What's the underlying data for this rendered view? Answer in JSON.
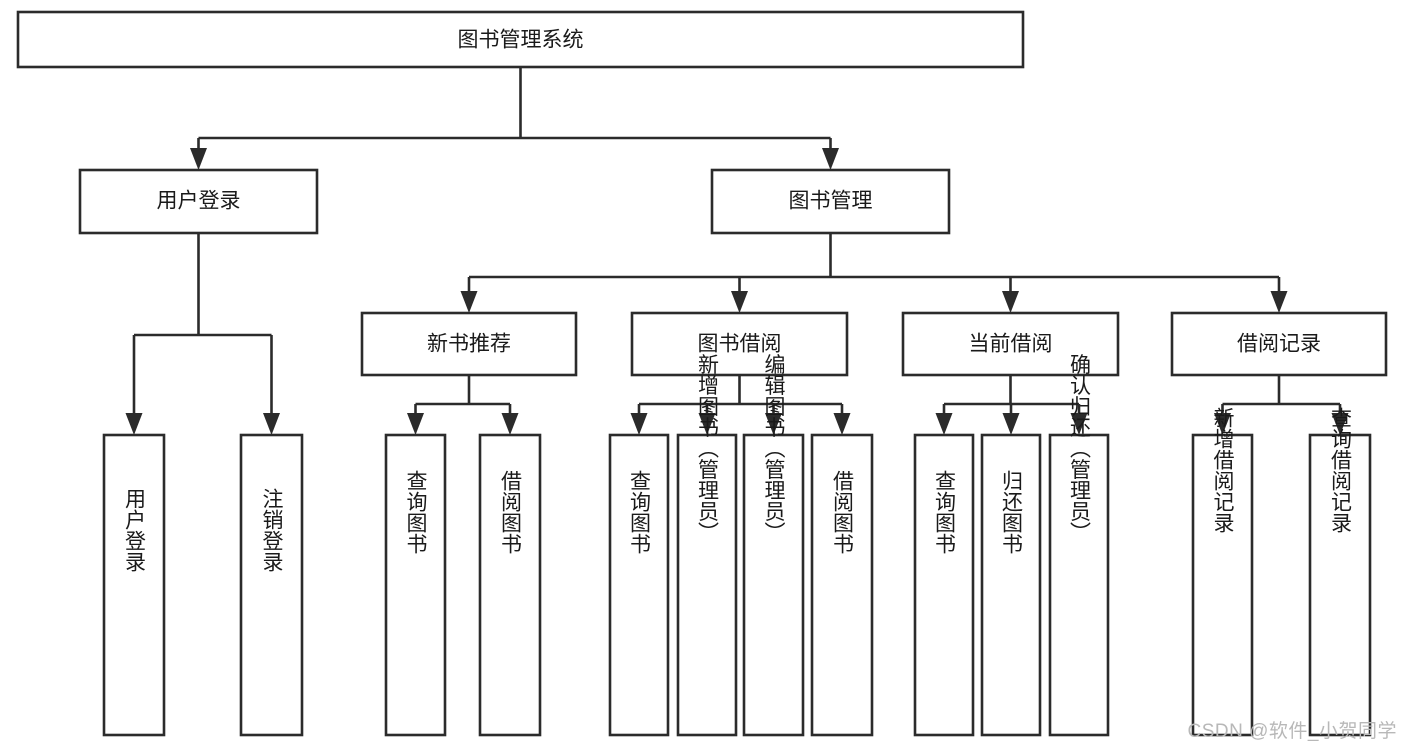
{
  "diagram": {
    "type": "tree",
    "title": "图书管理系统",
    "watermark": "CSDN @软件_小贺同学",
    "colors": {
      "stroke": "#2b2b2b",
      "box_fill": "#ffffff",
      "text": "#1a1a1a",
      "background": "#ffffff",
      "watermark": "#b8b8b8"
    },
    "levels": {
      "root": "图书管理系统",
      "level2": [
        "用户登录",
        "图书管理"
      ],
      "level3": [
        "新书推荐",
        "图书借阅",
        "当前借阅",
        "借阅记录"
      ]
    },
    "nodes": {
      "root": {
        "label": "图书管理系统",
        "orientation": "horizontal"
      },
      "user_login": {
        "label": "用户登录",
        "orientation": "horizontal"
      },
      "book_manage": {
        "label": "图书管理",
        "orientation": "horizontal"
      },
      "new_book_rec": {
        "label": "新书推荐",
        "orientation": "horizontal"
      },
      "book_borrow": {
        "label": "图书借阅",
        "orientation": "horizontal"
      },
      "current_borrow": {
        "label": "当前借阅",
        "orientation": "horizontal"
      },
      "borrow_record": {
        "label": "借阅记录",
        "orientation": "horizontal"
      },
      "leaf_user_login": {
        "label": "用户登录",
        "orientation": "vertical"
      },
      "leaf_logout": {
        "label": "注销登录",
        "orientation": "vertical"
      },
      "leaf_query_book_1": {
        "label": "查询图书",
        "orientation": "vertical"
      },
      "leaf_borrow_book_1": {
        "label": "借阅图书",
        "orientation": "vertical"
      },
      "leaf_query_book_2": {
        "label": "查询图书",
        "orientation": "vertical"
      },
      "leaf_add_book": {
        "label": "新增图书（管理员）",
        "orientation": "vertical"
      },
      "leaf_edit_book": {
        "label": "编辑图书（管理员）",
        "orientation": "vertical"
      },
      "leaf_borrow_book_2": {
        "label": "借阅图书",
        "orientation": "vertical"
      },
      "leaf_query_book_3": {
        "label": "查询图书",
        "orientation": "vertical"
      },
      "leaf_return_book": {
        "label": "归还图书",
        "orientation": "vertical"
      },
      "leaf_confirm_return": {
        "label": "确认归还（管理员）",
        "orientation": "vertical"
      },
      "leaf_add_record": {
        "label": "新增借阅记录",
        "orientation": "vertical"
      },
      "leaf_query_record": {
        "label": "查询借阅记录",
        "orientation": "vertical"
      }
    },
    "edges": [
      {
        "from": "root",
        "to": "user_login"
      },
      {
        "from": "root",
        "to": "book_manage"
      },
      {
        "from": "user_login",
        "to": "leaf_user_login"
      },
      {
        "from": "user_login",
        "to": "leaf_logout"
      },
      {
        "from": "book_manage",
        "to": "new_book_rec"
      },
      {
        "from": "book_manage",
        "to": "book_borrow"
      },
      {
        "from": "book_manage",
        "to": "current_borrow"
      },
      {
        "from": "book_manage",
        "to": "borrow_record"
      },
      {
        "from": "new_book_rec",
        "to": "leaf_query_book_1"
      },
      {
        "from": "new_book_rec",
        "to": "leaf_borrow_book_1"
      },
      {
        "from": "book_borrow",
        "to": "leaf_query_book_2"
      },
      {
        "from": "book_borrow",
        "to": "leaf_add_book"
      },
      {
        "from": "book_borrow",
        "to": "leaf_edit_book"
      },
      {
        "from": "book_borrow",
        "to": "leaf_borrow_book_2"
      },
      {
        "from": "current_borrow",
        "to": "leaf_query_book_3"
      },
      {
        "from": "current_borrow",
        "to": "leaf_return_book"
      },
      {
        "from": "current_borrow",
        "to": "leaf_confirm_return"
      },
      {
        "from": "borrow_record",
        "to": "leaf_add_record"
      },
      {
        "from": "borrow_record",
        "to": "leaf_query_record"
      }
    ]
  }
}
